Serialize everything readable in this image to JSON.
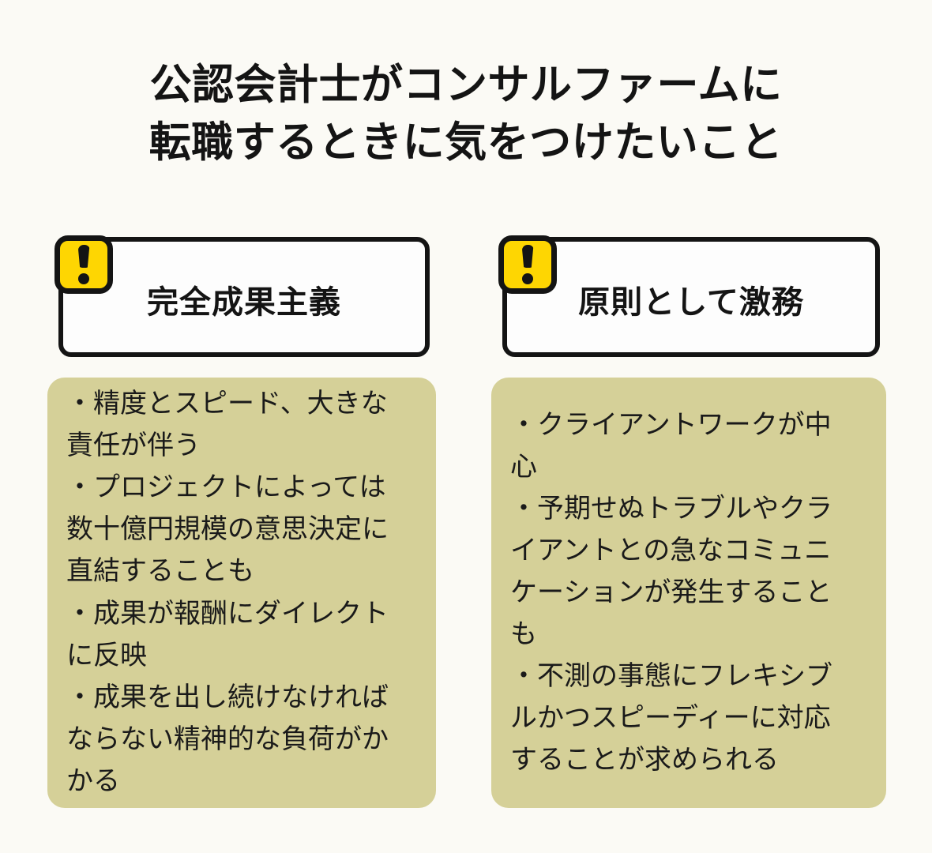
{
  "title": {
    "line1": "公認会計士がコンサルファームに",
    "line2": "転職するときに気をつけたいこと"
  },
  "colors": {
    "background": "#fbfaf5",
    "panel_khaki": "#d5d098",
    "badge_yellow": "#fed602",
    "ink_black": "#141414",
    "card_white": "#fdfdfd"
  },
  "columns": [
    {
      "icon": "exclamation-warning-icon",
      "header_label": "完全成果主義",
      "body_text": "・精度とスピード、大きな\n責任が伴う\n・プロジェクトによっては\n数十億円規模の意思決定に\n直結することも\n・成果が報酬にダイレクト\nに反映\n・成果を出し続けなければ\nならない精神的な負荷がか\nかる"
    },
    {
      "icon": "exclamation-warning-icon",
      "header_label": "原則として激務",
      "body_text": "・クライアントワークが中\n心\n・予期せぬトラブルやクラ\nイアントとの急なコミュニ\nケーションが発生すること\nも\n・不測の事態にフレキシブ\nルかつスピーディーに対応\nすることが求められる"
    }
  ]
}
